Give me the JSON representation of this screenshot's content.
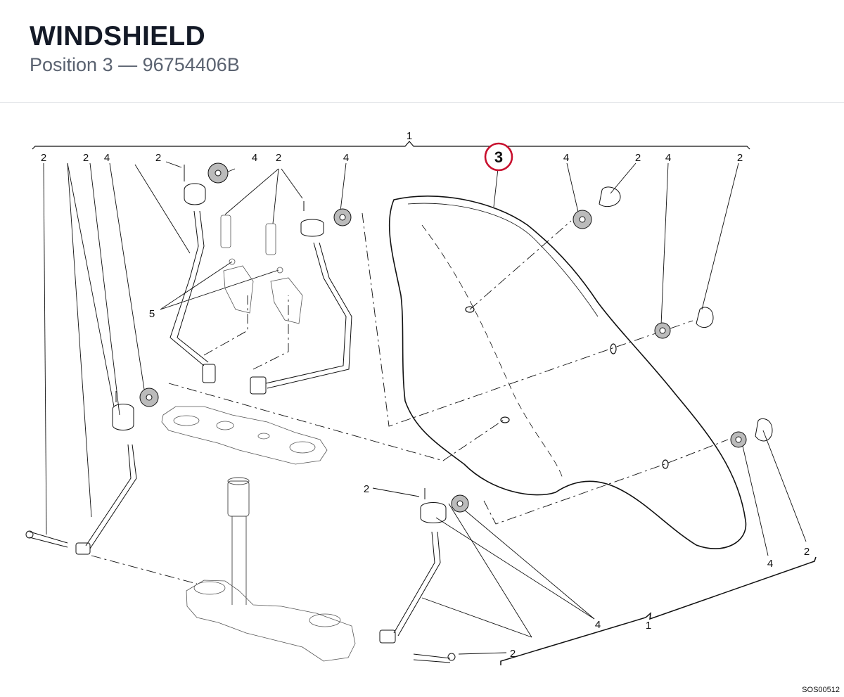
{
  "header": {
    "title": "WINDSHIELD",
    "position_label": "Position",
    "position_number": "3",
    "separator": "—",
    "part_number": "96754406B"
  },
  "highlight": {
    "label": "3",
    "color": "#c8102e"
  },
  "callouts": {
    "bracket_top": "1",
    "bracket_bottom": "1",
    "c2_a": "2",
    "c2_b": "2",
    "c4_a": "4",
    "c2_c": "2",
    "c4_b": "4",
    "c2_d": "2",
    "c4_c": "4",
    "c4_d": "4",
    "c2_e": "2",
    "c4_e": "4",
    "c2_f": "2",
    "c5": "5",
    "c2_g": "2",
    "c4_f": "4",
    "c2_h": "2",
    "c2_i": "2",
    "c4_g": "4"
  },
  "footer": {
    "code": "SOS00512"
  }
}
